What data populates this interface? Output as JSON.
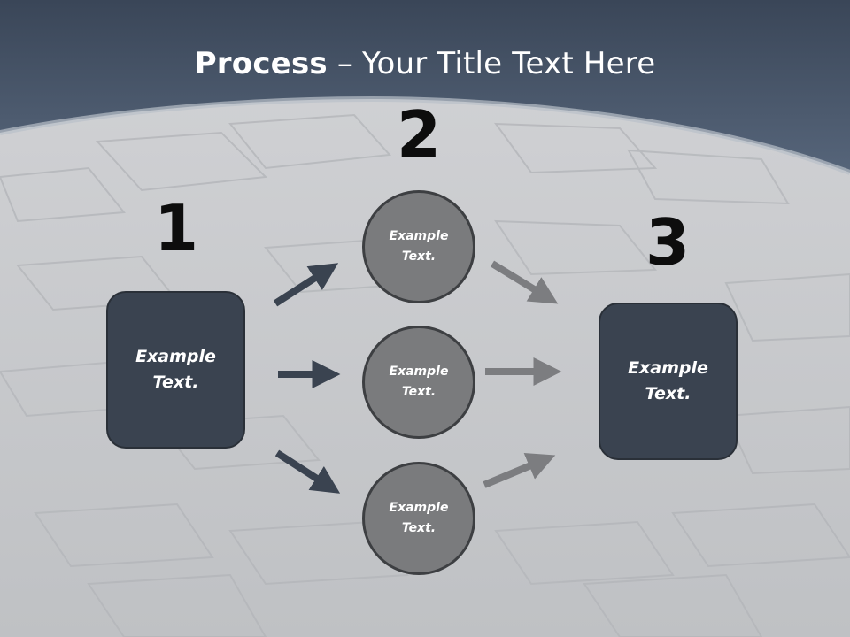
{
  "title": {
    "bold": "Process",
    "rest": " – Your Title Text Here"
  },
  "steps": {
    "one": {
      "number": "1",
      "text": "Example\nText."
    },
    "two": {
      "number": "2"
    },
    "three": {
      "number": "3",
      "text": "Example\nText."
    }
  },
  "circles": [
    {
      "text": "Example\nText."
    },
    {
      "text": "Example\nText."
    },
    {
      "text": "Example\nText."
    }
  ],
  "colors": {
    "header": "#46556a",
    "box_fill": "#3a4350",
    "circle_fill": "#7a7b7d",
    "arrow_dark": "#3a4350",
    "arrow_gray": "#7c7d80"
  }
}
